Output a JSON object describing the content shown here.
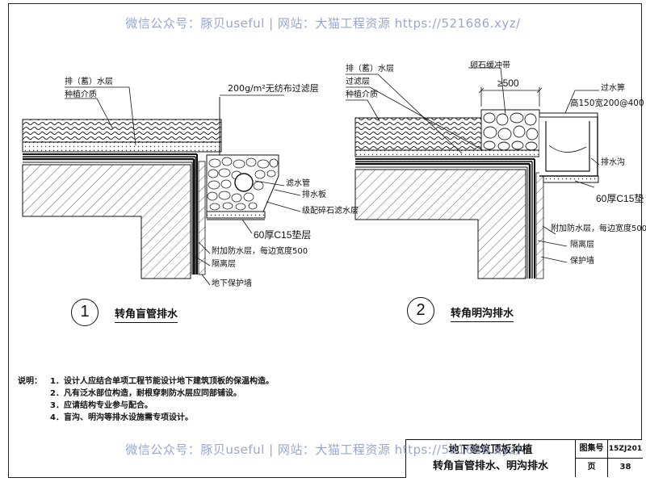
{
  "watermark": {
    "top": "微信公众号：豚贝useful | 网站：大猫工程资源 https://521686.xyz/",
    "bottom": "微信公众号：豚贝useful | 网站：大猫工程资源 https://521686.xyz/"
  },
  "detail1": {
    "number": "1",
    "caption": "转角盲管排水",
    "labels": {
      "drain_layer": "排（蓄）水层",
      "planting_medium": "种植介质",
      "filter_layer": "200g/m²无纺布过滤层",
      "filter_pipe": "滤水管",
      "drain_board": "排水板",
      "gravel_layer": "级配碎石滤水层",
      "cushion": "60厚C15垫层",
      "extra_waterproof": "附加防水层，每边宽度500",
      "isolation": "隔离层",
      "protection_wall": "地下保护墙"
    }
  },
  "detail2": {
    "number": "2",
    "caption": "转角明沟排水",
    "labels": {
      "drain_layer": "排（蓄）水层",
      "filter_layer": "过滤层",
      "planting_medium": "种植介质",
      "pebble_strip": "卵石缓冲带",
      "dimension": "≥500",
      "water_grate": "过水箅",
      "trench_size": "高150宽200@400",
      "drain_trench": "排水沟",
      "cushion": "60厚C15垫",
      "extra_waterproof": "附加防水层，每边宽度500",
      "isolation": "隔离层",
      "protection": "保护墙"
    }
  },
  "notes": {
    "heading": "说明：",
    "items": [
      "1．设计人应结合单项工程节能设计地下建筑顶板的保温构造。",
      "2．凡有泛水部位构造，耐根穿刺防水层应同部铺设。",
      "3．应请结构专业参与配合。",
      "4．盲沟、明沟等排水设施需专项设计。"
    ]
  },
  "title_block": {
    "title_line1": "地下建筑顶板种植",
    "title_line2": "转角盲管排水、明沟排水",
    "atlas_label": "图集号",
    "atlas_value": "15ZJ201",
    "page_label": "页",
    "page_value": "38"
  }
}
